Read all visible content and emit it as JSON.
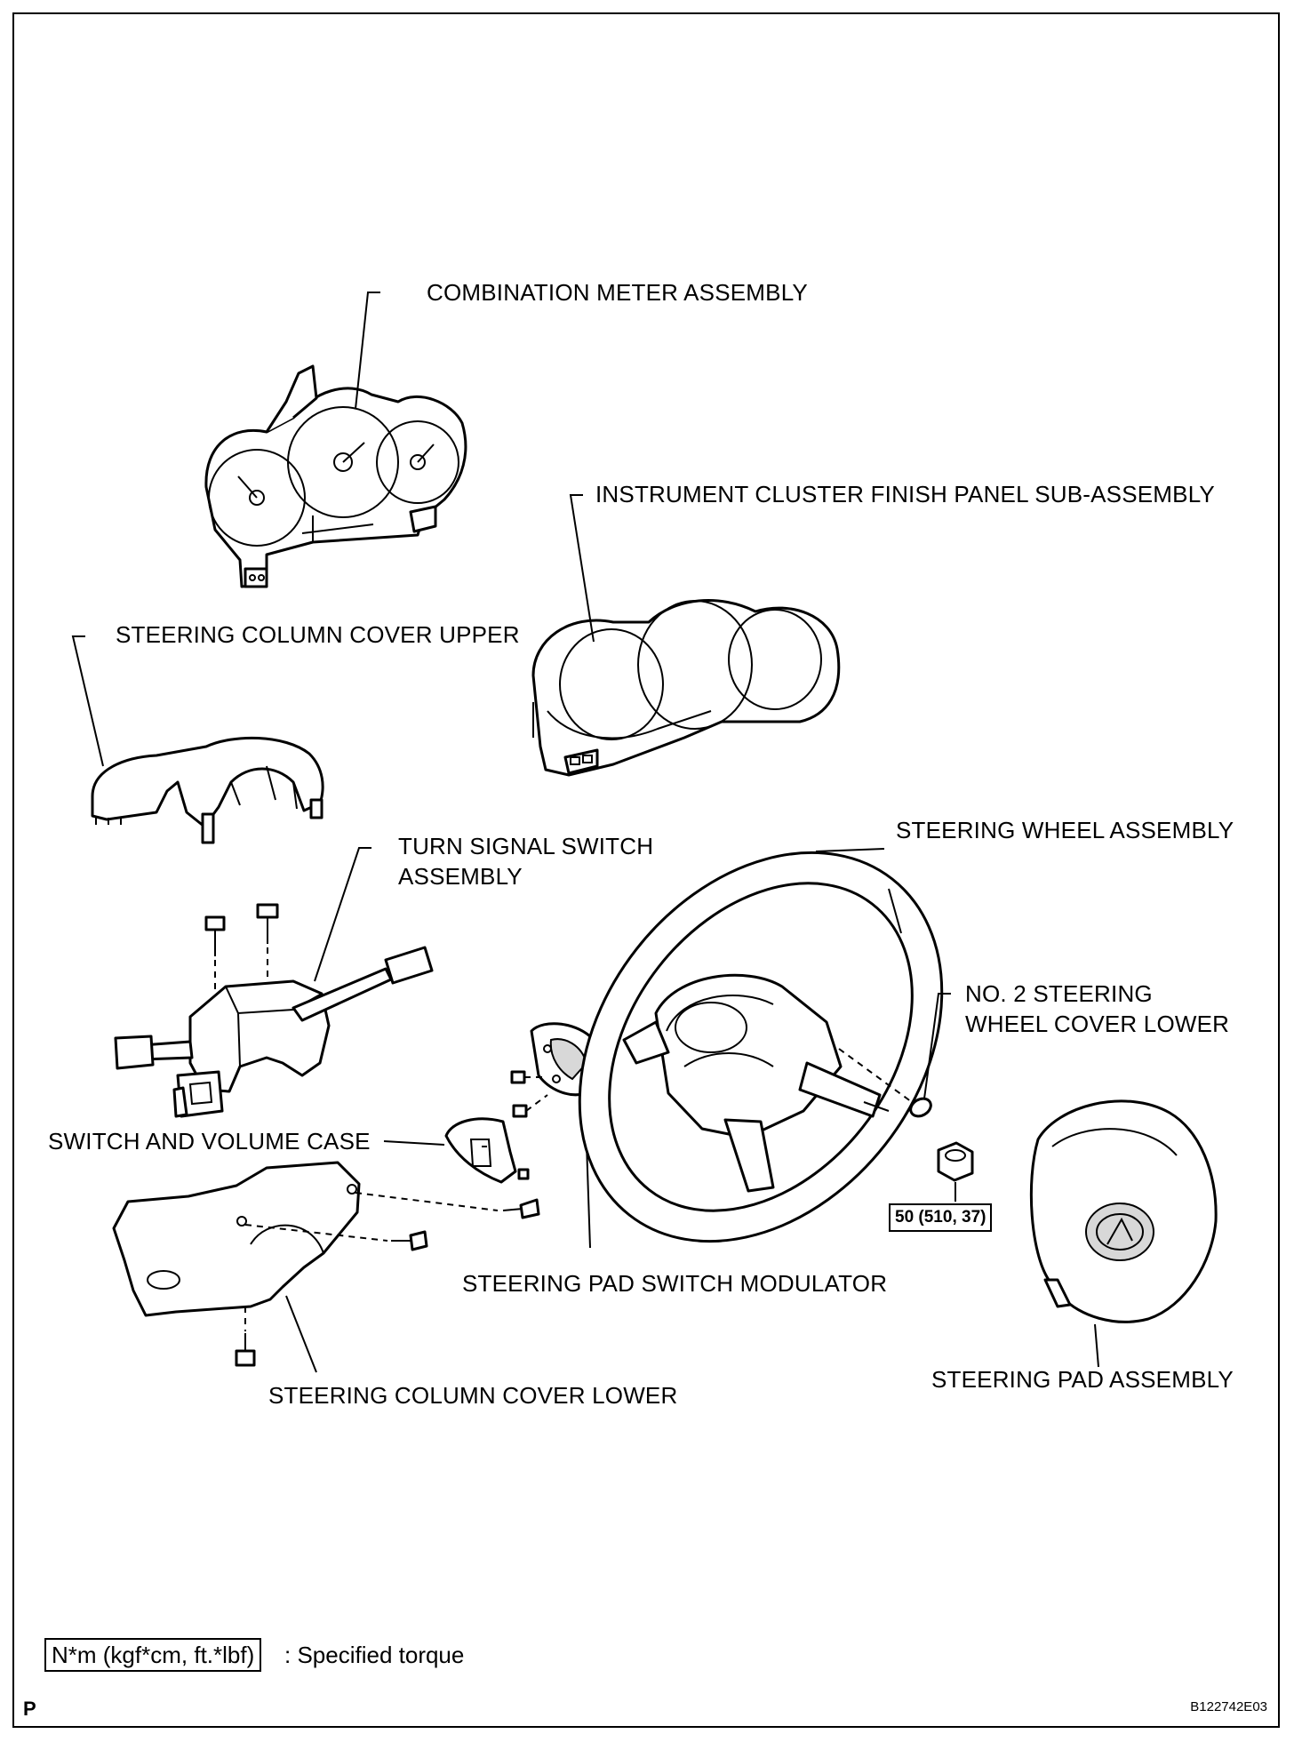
{
  "labels": {
    "combination_meter": "COMBINATION METER ASSEMBLY",
    "cluster_finish_panel": "INSTRUMENT CLUSTER FINISH PANEL SUB-ASSEMBLY",
    "column_cover_upper": "STEERING COLUMN COVER UPPER",
    "turn_signal_line1": "TURN SIGNAL SWITCH",
    "turn_signal_line2": "ASSEMBLY",
    "steering_wheel": "STEERING WHEEL ASSEMBLY",
    "no2_cover_line1": "NO. 2 STEERING",
    "no2_cover_line2": "WHEEL COVER LOWER",
    "switch_volume_case": "SWITCH AND VOLUME CASE",
    "pad_switch_modulator": "STEERING PAD SWITCH MODULATOR",
    "column_cover_lower": "STEERING COLUMN COVER LOWER",
    "steering_pad": "STEERING PAD ASSEMBLY"
  },
  "torque_spec": "50 (510, 37)",
  "legend": {
    "box": "N*m (kgf*cm, ft.*lbf)",
    "text": ": Specified torque"
  },
  "corner_mark": "P",
  "figure_code": "B122742E03"
}
